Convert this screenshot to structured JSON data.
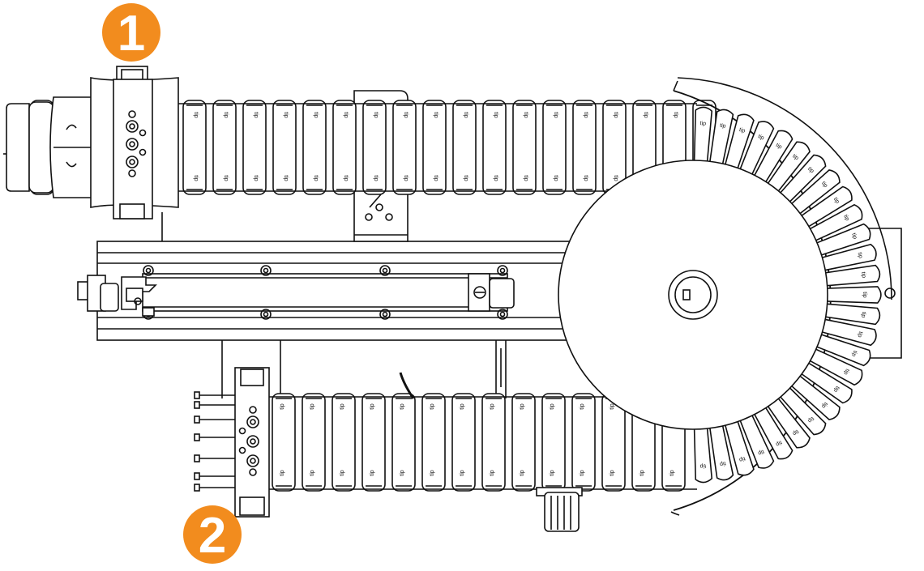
{
  "callouts": [
    {
      "label": "1",
      "color": "#F28C1E",
      "text_color": "#FFFFFF"
    },
    {
      "label": "2",
      "color": "#F28C1E",
      "text_color": "#FFFFFF"
    }
  ],
  "pocket_label": "tip",
  "colors": {
    "line": "#111111",
    "fill": "#FFFFFF"
  }
}
